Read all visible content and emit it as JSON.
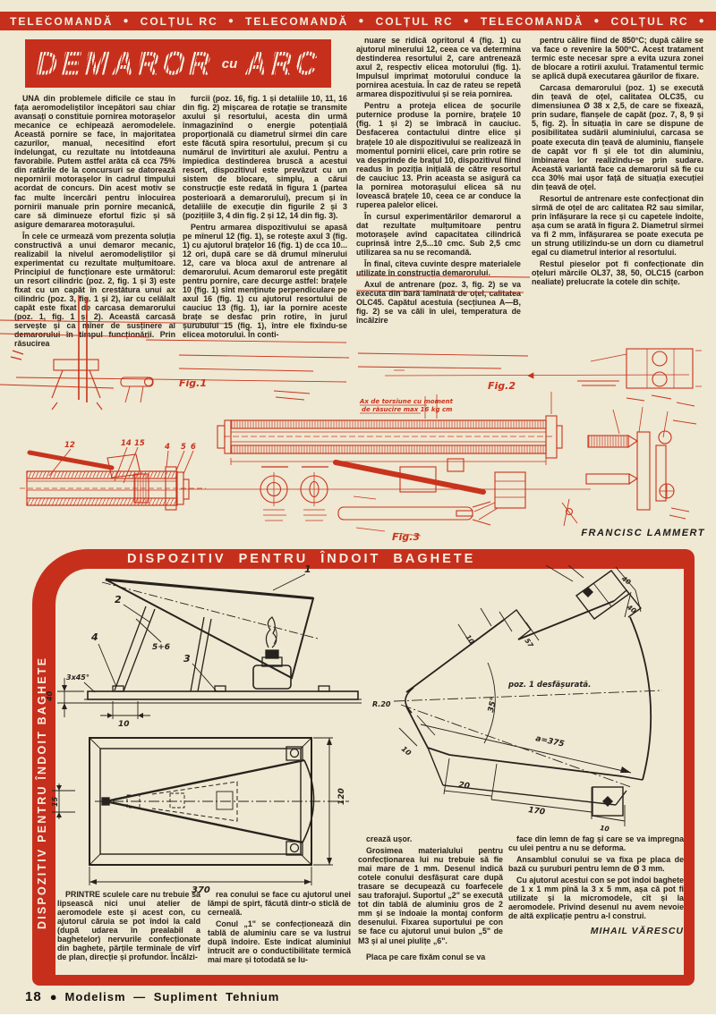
{
  "masthead": {
    "items": [
      "TELECOMANDĂ",
      "COLȚUL RC",
      "TELECOMANDĂ",
      "COLȚUL RC",
      "TELECOMANDĂ",
      "COLȚUL RC"
    ],
    "bullet": "●"
  },
  "article1": {
    "title_word1": "DEMAROR",
    "title_word2": "cu",
    "title_word3": "ARC",
    "author": "FRANCISC LAMMERT",
    "col1": [
      "UNA din problemele dificile ce stau în fața aeromodeliștilor începători sau chiar avansați o constituie pornirea motorașelor mecanice ce echipează aeromodelele. Această pornire se face, în majoritatea cazurilor, manual, necesitînd efort îndelungat, cu rezultate nu întotdeauna favorabile. Putem astfel arăta că cca 75% din ratările de la concursuri se datorează nepornirii motorașelor în cadrul timpului acordat de concurs. Din acest motiv se fac multe încercări pentru înlocuirea pornirii manuale prin pornire mecanică, care să diminueze efortul fizic și să asigure demararea motorașului.",
      "În cele ce urmează vom prezenta soluția constructivă a unui demaror mecanic, realizabil la nivelul aeromodeliștilor și experimentat cu rezultate mulțumitoare. Principiul de funcționare este următorul: un resort cilindric (poz. 2, fig. 1 și 3) este fixat cu un capăt în crestătura unui ax cilindric (poz. 3, fig. 1 și 2), iar cu celălalt capăt este fixat de carcasa demarorului (poz. 1, fig. 1 și 2). Această carcasă servește și ca mîner de susținere al demarorului în timpul funcționării. Prin răsucirea"
    ],
    "col2": [
      "furcii (poz. 16, fig. 1 și detaliile 10, 11, 16 din fig. 2) mișcarea de rotație se transmite axului și resortului, acesta din urmă înmagazinînd o energie potențială proporțională cu diametrul sîrmei din care este făcută spira resortului, precum și cu numărul de învîrtituri ale axului. Pentru a împiedica destinderea bruscă a acestui resort, dispozitivul este prevăzut cu un sistem de blocare, simplu, a cărui construcție este redată în figura 1 (partea posterioară a demarorului), precum și în detaliile de execuție din figurile 2 și 3 (pozițiile 3, 4 din fig. 2 și 12, 14 din fig. 3).",
      "Pentru armarea dispozitivului se apasă pe mînerul 12 (fig. 1), se rotește axul 3 (fig. 1) cu ajutorul brațelor 16 (fig. 1) de cca 10... 12 ori, după care se dă drumul mînerului 12, care va bloca axul de antrenare al demarorului. Acum demarorul este pregătit pentru pornire, care decurge astfel: brațele 10 (fig. 1) sînt menținute perpendiculare pe axul 16 (fig. 1) cu ajutorul resortului de cauciuc 13 (fig. 1), iar la pornire aceste brațe se desfac prin rotire, în jurul șurubului 15 (fig. 1), între ele fixîndu-se elicea motorului. În conti-"
    ],
    "col3": [
      "nuare se ridică opritorul 4 (fig. 1) cu ajutorul mînerului 12, ceea ce va determina destinderea resortului 2, care antrenează axul 2, respectiv elicea motorului (fig. 1). Impulsul imprimat motorului conduce la pornirea acestuia. În caz de rateu se repetă armarea dispozitivului și se reia pornirea.",
      "Pentru a proteja elicea de șocurile puternice produse la pornire, brațele 10 (fig. 1 și 2) se îmbracă în cauciuc. Desfacerea contactului dintre elice și brațele 10 ale dispozitivului se realizează în momentul pornirii elicei, care prin rotire se va desprinde de brațul 10, dispozitivul fiind readus în poziția inițială de către resortul de cauciuc 13. Prin aceasta se asigură ca la pornirea motorașului elicea să nu lovească brațele 10, ceea ce ar conduce la ruperea palelor elicei.",
      "În cursul experimentărilor demarorul a dat rezultate mulțumitoare pentru motorașele avînd capacitatea cilindrică cuprinsă între 2,5...10 cmc. Sub 2,5 cmc utilizarea sa nu se recomandă.",
      "În final, cîteva cuvinte despre materialele utilizate în construcția demarorului.",
      "Axul de antrenare (poz. 3, fig. 2) se va executa din bară laminată de oțel, calitatea OLC45. Capătul acestuia (secțiunea A—B, fig. 2) se va căli în ulei, temperatura de încălzire"
    ],
    "col4": [
      "pentru călire fiind de 850°C; după călire se va face o revenire la 500°C. Acest tratament termic este necesar spre a evita uzura zonei de blocare a rotirii axului. Tratamentul termic se aplică după executarea găurilor de fixare.",
      "Carcasa demarorului (poz. 1) se execută din țeavă de oțel, calitatea OLC35, cu dimensiunea Ø 38 x 2,5, de care se fixează, prin sudare, flanșele de capăt (poz. 7, 8, 9 și 5, fig. 2). În situația în care se dispune de posibilitatea sudării aluminiului, carcasa se poate executa din țeavă de aluminiu, flanșele de capăt vor fi și ele tot din aluminiu, îmbinarea lor realizîndu-se prin sudare. Această variantă face ca demarorul să fie cu cca 30% mai ușor față de situația execuției din țeavă de oțel.",
      "Resortul de antrenare este confecționat din sîrmă de oțel de arc calitatea R2 sau similar, prin înfășurare la rece și cu capetele îndoite, așa cum se arată în figura 2. Diametrul sîrmei va fi 2 mm, înfășurarea se poate executa pe un strung utilizîndu-se un dorn cu diametrul egal cu diametrul interior al resortului.",
      "Restul pieselor pot fi confecționate din oțeluri mărcile OL37, 38, 50, OLC15 (carbon nealiate) prelucrate la cotele din schițe."
    ]
  },
  "figures": {
    "fig1_label": "Fig.1",
    "fig2_label": "Fig.2",
    "fig3_label": "Fig.3",
    "fig2_note_line1": "Ax de torsiune cu moment",
    "fig2_note_line2": "de răsucire max 16 kg cm",
    "parts": {
      "p12": "12",
      "p14": "14",
      "p15": "15",
      "p4": "4",
      "p5": "5",
      "p6": "6"
    }
  },
  "article2": {
    "banner": "DISPOZITIV PENTRU ÎNDOIT BAGHETE",
    "side_label": "DISPOZITIV PENTRU ÎNDOIT BAGHETE",
    "author": "MIHAIL VĂRESCU",
    "colA": [
      "PRINTRE sculele care nu trebuie să lipsească nici unui atelier de aeromodele este și acest con, cu ajutorul căruia se pot îndoi la cald (după udarea în prealabil a baghetelor) nervurile confecționate din baghete, părțile terminale de vîrf de plan, direcție și profundor. Încălzi-"
    ],
    "colB": [
      "rea conului se face cu ajutorul unei lămpi de spirt, făcută dintr-o sticlă de cerneală.",
      "Conul „1\" se confecționează din tablă de aluminiu care se va lustrui după îndoire. Este indicat aluminiul întrucît are o conductibilitate termică mai mare și totodată se lu-"
    ],
    "colC": [
      "crează ușor.",
      "Grosimea materialului pentru confecționarea lui nu trebuie să fie mai mare de 1 mm. Desenul indică cotele conului desfășurat care după trasare se decupează cu foarfecele sau traforajul. Suportul „2\" se execută tot din tablă de aluminiu gros de 2 mm și se îndoaie la montaj conform desenului. Fixarea suportului pe con se face cu ajutorul unui bulon „5\" de M3 și al unei piulițe „6\".",
      "Placa pe care fixăm conul se va"
    ],
    "colD": [
      "face din lemn de fag și care se va impregna cu ulei pentru a nu se deforma.",
      "Ansamblul conului se va fixa pe placa de bază cu șuruburi pentru lemn de Ø 3 mm.",
      "Cu ajutorul acestui con se pot îndoi baghete de 1 x 1 mm pînă la 3 x 5 mm, așa că pot fi utilizate și la micromodele, cît și la aeromodele. Privind desenul nu avem nevoie de altă explicație pentru a-l construi."
    ],
    "drawing": {
      "part1": "1",
      "part2": "2",
      "part3": "3",
      "part4": "4",
      "part56": "5+6",
      "chamfer": "3x45°",
      "dim10": "10",
      "dim40v": "40",
      "dim15": "15",
      "dim370": "370",
      "dim120": "120",
      "r20": "R.20",
      "angle35": "35°",
      "radius": "a=375",
      "dim10a": "10",
      "dim20": "20",
      "dim170": "170",
      "dim10b": "10",
      "dim57": "57",
      "dim40a": "40",
      "dim40b": "40",
      "unfold_label": "poz. 1 desfășurată."
    }
  },
  "footer": {
    "page_number": "18",
    "bullet": "●",
    "journal": "Modelism — Supliment Tehnium"
  }
}
